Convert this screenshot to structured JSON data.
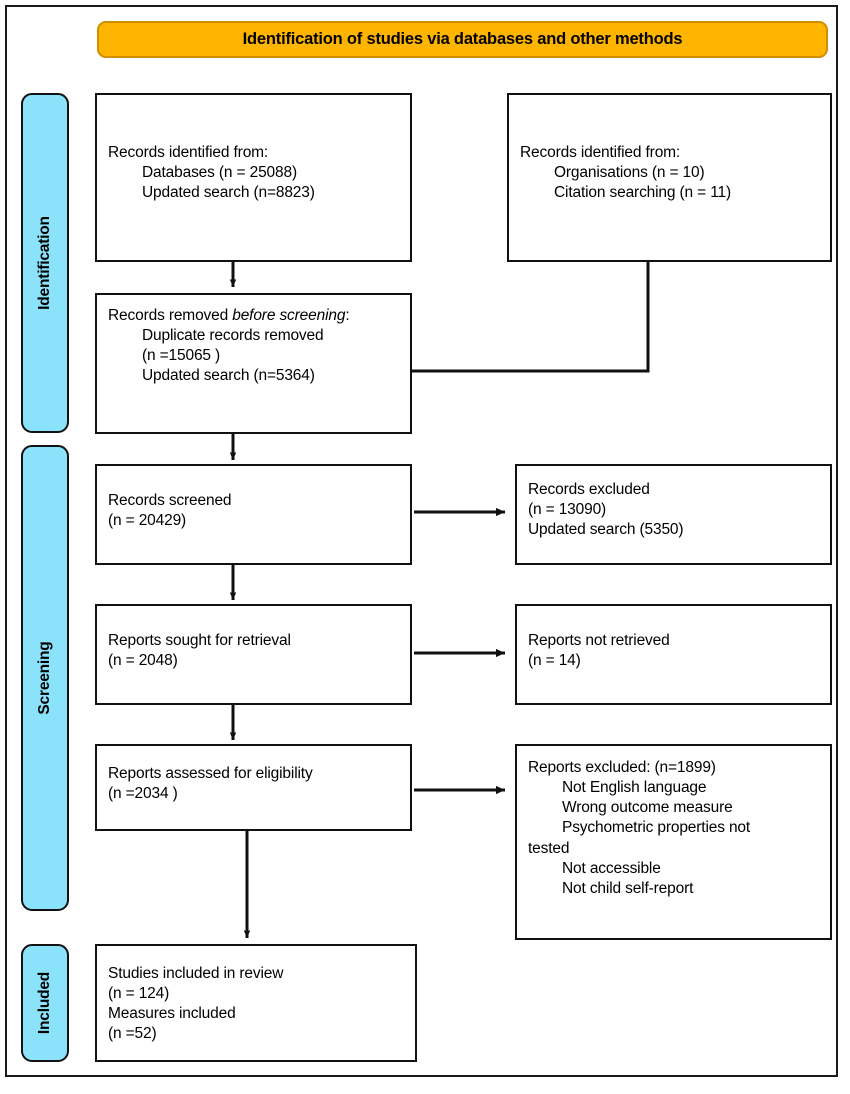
{
  "banner": {
    "title": "Identification of studies via databases and other methods"
  },
  "stages": [
    {
      "id": "identification",
      "label": "Identification"
    },
    {
      "id": "screening",
      "label": "Screening"
    },
    {
      "id": "included",
      "label": "Included"
    }
  ],
  "boxes": {
    "records_identified_databases": {
      "heading": "Records identified from:",
      "lines": [
        "Databases (n = 25088)",
        "Updated search (n=8823)"
      ]
    },
    "records_identified_other": {
      "heading": "Records identified from:",
      "lines": [
        "Organisations (n = 10)",
        "Citation searching (n = 11)"
      ]
    },
    "records_removed": {
      "heading_pre": "Records removed ",
      "heading_em": "before screening",
      "heading_post": ":",
      "lines": [
        "Duplicate records removed",
        "(n =15065 )",
        "Updated search (n=5364)"
      ]
    },
    "records_screened": {
      "lines": [
        "Records screened",
        "(n = 20429)"
      ]
    },
    "records_excluded": {
      "lines": [
        "Records excluded",
        "(n = 13090)",
        "Updated search (5350)"
      ]
    },
    "reports_sought": {
      "lines": [
        "Reports sought for retrieval",
        "(n = 2048)"
      ]
    },
    "reports_not_retrieved": {
      "lines": [
        "Reports not retrieved",
        "(n = 14)"
      ]
    },
    "reports_assessed": {
      "lines": [
        "Reports assessed for eligibility",
        "(n =2034 )"
      ]
    },
    "reports_excluded": {
      "heading": "Reports excluded: (n=1899)",
      "lines": [
        "Not English language",
        "Wrong outcome measure",
        "Psychometric properties not",
        "tested",
        "Not accessible",
        "Not child self-report"
      ]
    },
    "studies_included": {
      "lines": [
        "Studies included in review",
        "(n = 124)",
        "Measures included",
        "(n =52)"
      ]
    }
  },
  "colors": {
    "banner_fill": "#ffb400",
    "banner_border": "#d18f00",
    "stage_fill": "#8be3fb",
    "box_border": "#111111",
    "text": "#000000",
    "page_bg": "#ffffff"
  },
  "chart_data": {
    "type": "diagram",
    "title": "Identification of studies via databases and other methods",
    "nodes": [
      {
        "id": "records_identified_databases",
        "stage": "Identification",
        "label": "Records identified from: Databases (n = 25088); Updated search (n=8823)",
        "values": {
          "databases": 25088,
          "updated_search": 8823
        }
      },
      {
        "id": "records_identified_other",
        "stage": "Identification",
        "label": "Records identified from: Organisations (n = 10); Citation searching (n = 11)",
        "values": {
          "organisations": 10,
          "citation_searching": 11
        }
      },
      {
        "id": "records_removed",
        "stage": "Identification",
        "label": "Records removed before screening: Duplicate records removed (n =15065 ); Updated search (n=5364)",
        "values": {
          "duplicates_removed": 15065,
          "updated_search": 5364
        }
      },
      {
        "id": "records_screened",
        "stage": "Screening",
        "label": "Records screened (n = 20429)",
        "values": {
          "n": 20429
        }
      },
      {
        "id": "records_excluded",
        "stage": "Screening",
        "label": "Records excluded (n = 13090); Updated search (5350)",
        "values": {
          "n": 13090,
          "updated_search": 5350
        }
      },
      {
        "id": "reports_sought",
        "stage": "Screening",
        "label": "Reports sought for retrieval (n = 2048)",
        "values": {
          "n": 2048
        }
      },
      {
        "id": "reports_not_retrieved",
        "stage": "Screening",
        "label": "Reports not retrieved (n = 14)",
        "values": {
          "n": 14
        }
      },
      {
        "id": "reports_assessed",
        "stage": "Screening",
        "label": "Reports assessed for eligibility (n =2034 )",
        "values": {
          "n": 2034
        }
      },
      {
        "id": "reports_excluded",
        "stage": "Screening",
        "label": "Reports excluded: (n=1899)",
        "values": {
          "n": 1899
        }
      },
      {
        "id": "studies_included",
        "stage": "Included",
        "label": "Studies included in review (n = 124); Measures included (n =52)",
        "values": {
          "studies": 124,
          "measures": 52
        }
      }
    ],
    "edges": [
      {
        "from": "records_identified_databases",
        "to": "records_removed"
      },
      {
        "from": "records_identified_other",
        "to": "records_removed"
      },
      {
        "from": "records_removed",
        "to": "records_screened"
      },
      {
        "from": "records_screened",
        "to": "records_excluded"
      },
      {
        "from": "records_screened",
        "to": "reports_sought"
      },
      {
        "from": "reports_sought",
        "to": "reports_not_retrieved"
      },
      {
        "from": "reports_sought",
        "to": "reports_assessed"
      },
      {
        "from": "reports_assessed",
        "to": "reports_excluded"
      },
      {
        "from": "reports_assessed",
        "to": "studies_included"
      }
    ]
  }
}
